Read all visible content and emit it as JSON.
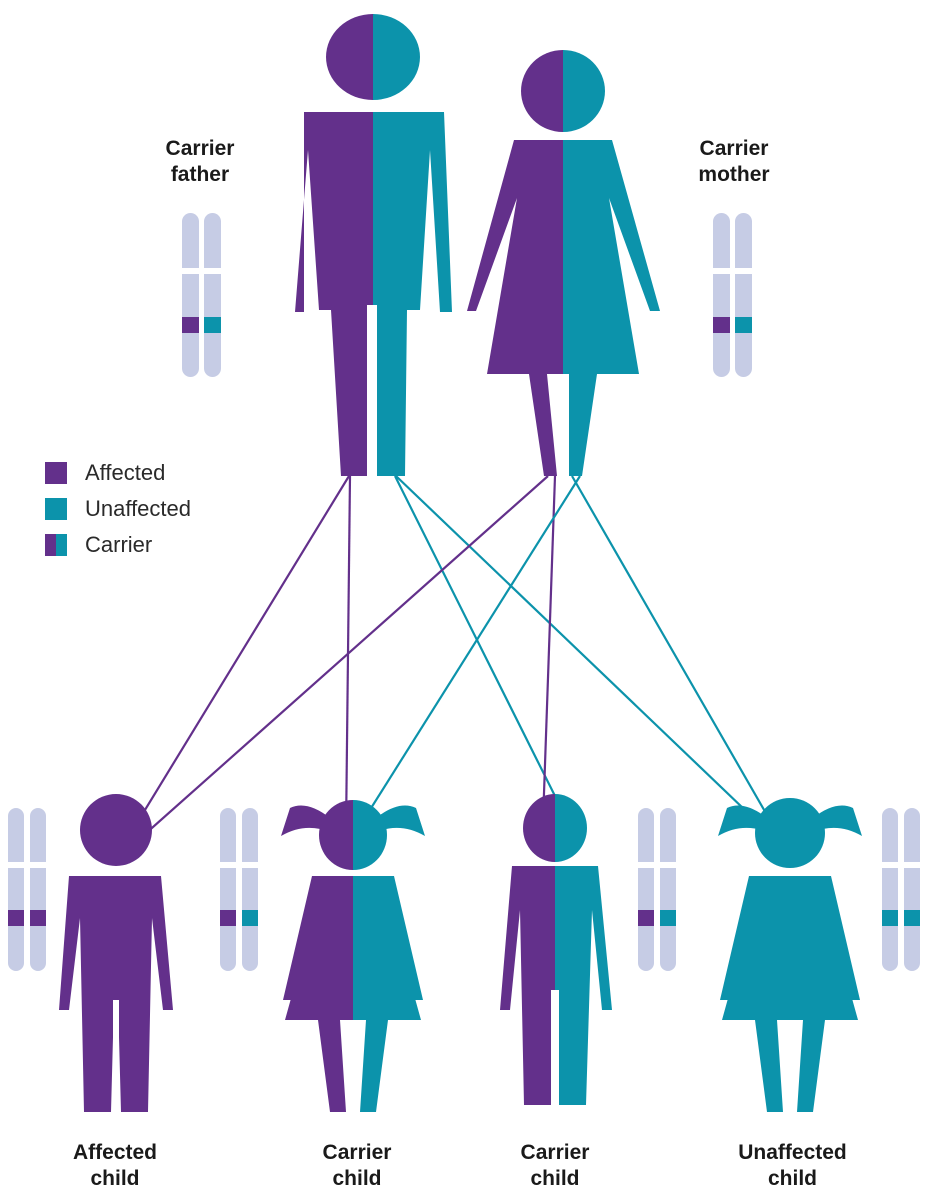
{
  "colors": {
    "affected": "#63308b",
    "unaffected": "#0c93ab",
    "chromosome": "#c6cce5",
    "line_purple": "#63308b",
    "line_teal": "#0c93ab"
  },
  "parents": {
    "father": {
      "label_line1": "Carrier",
      "label_line2": "father",
      "status": "carrier"
    },
    "mother": {
      "label_line1": "Carrier",
      "label_line2": "mother",
      "status": "carrier"
    }
  },
  "legend": {
    "items": [
      {
        "label": "Affected",
        "kind": "affected"
      },
      {
        "label": "Unaffected",
        "kind": "unaffected"
      },
      {
        "label": "Carrier",
        "kind": "carrier"
      }
    ]
  },
  "children": [
    {
      "label_line1": "Affected",
      "label_line2": "child",
      "status": "affected",
      "sex": "boy"
    },
    {
      "label_line1": "Carrier",
      "label_line2": "child",
      "status": "carrier",
      "sex": "girl"
    },
    {
      "label_line1": "Carrier",
      "label_line2": "child",
      "status": "carrier",
      "sex": "boy"
    },
    {
      "label_line1": "Unaffected",
      "label_line2": "child",
      "status": "unaffected",
      "sex": "girl"
    }
  ]
}
